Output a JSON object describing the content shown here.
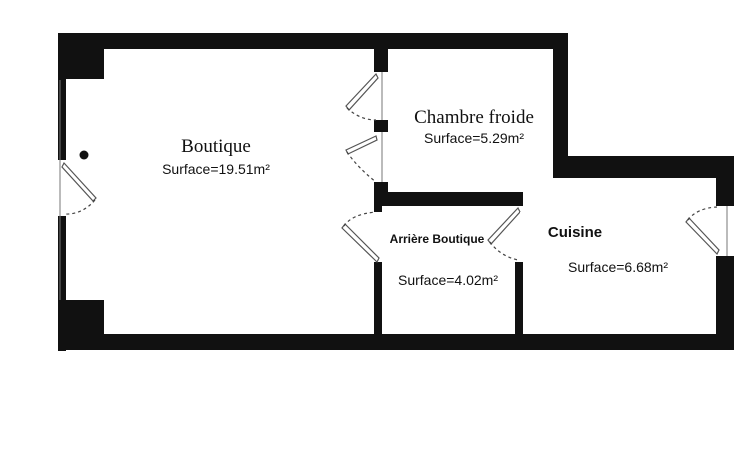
{
  "rooms": {
    "boutique": {
      "name": "Boutique",
      "surface": "Surface=19.51m²"
    },
    "chambre_froide": {
      "name": "Chambre froide",
      "surface": "Surface=5.29m²"
    },
    "arriere_boutique": {
      "name": "Arrière Boutique",
      "surface": "Surface=4.02m²"
    },
    "cuisine": {
      "name": "Cuisine",
      "surface": "Surface=6.68m²"
    }
  },
  "colors": {
    "wall": "#111111",
    "background": "#ffffff"
  }
}
